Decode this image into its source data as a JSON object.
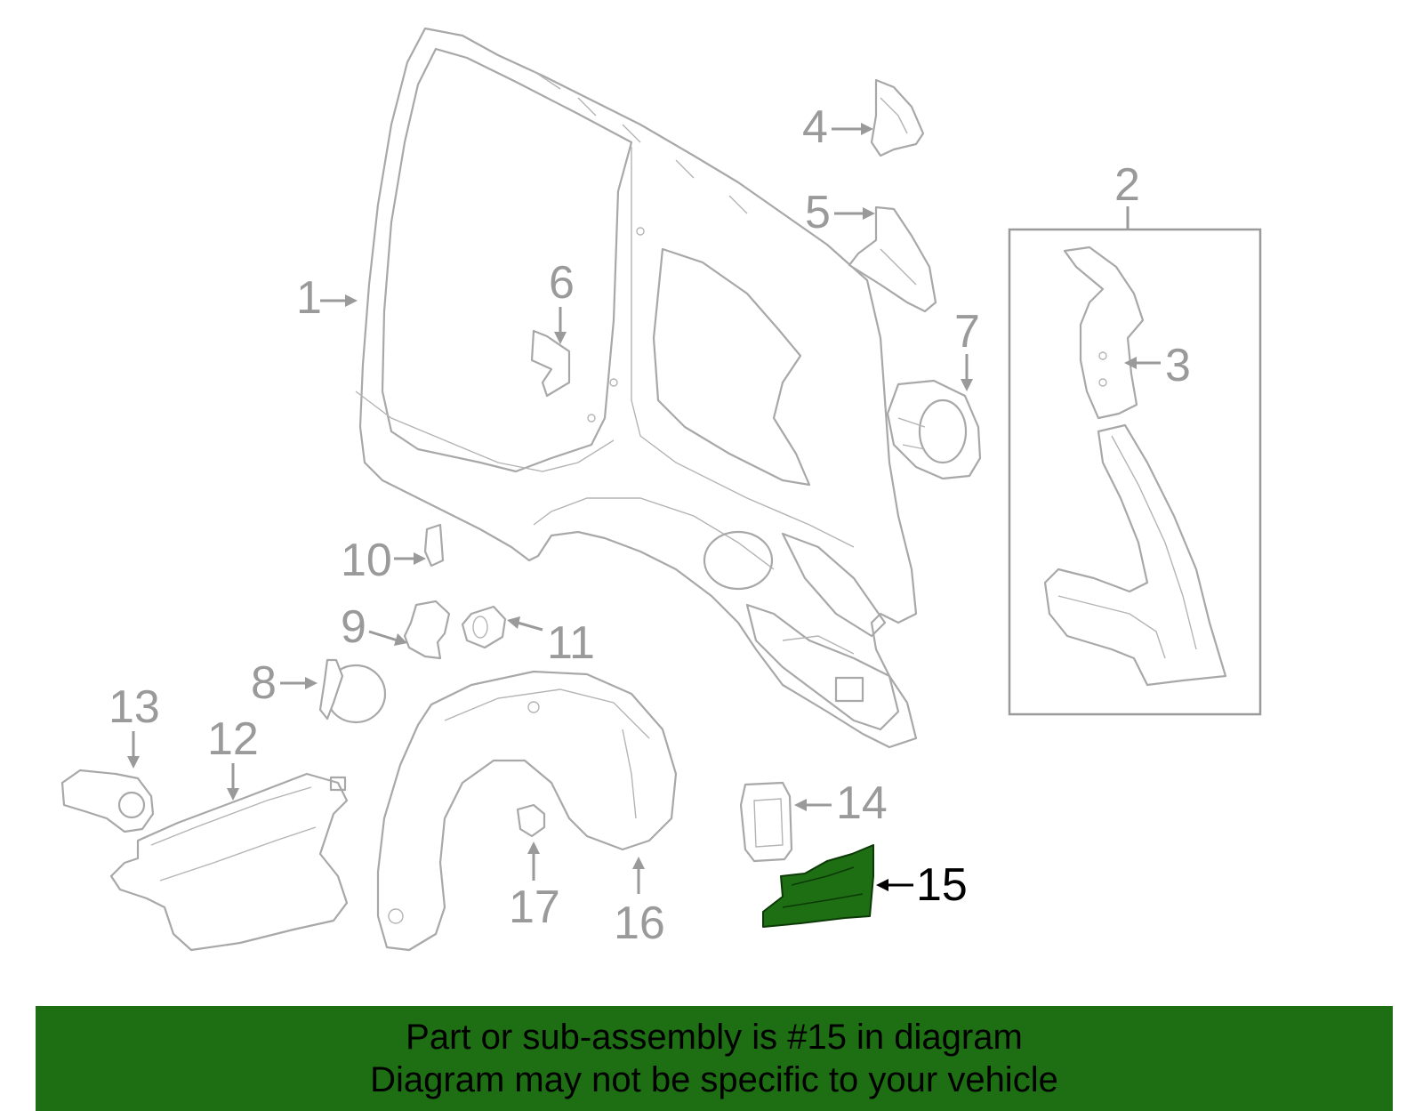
{
  "callouts": [
    {
      "id": "1",
      "label": "1"
    },
    {
      "id": "2",
      "label": "2"
    },
    {
      "id": "3",
      "label": "3"
    },
    {
      "id": "4",
      "label": "4"
    },
    {
      "id": "5",
      "label": "5"
    },
    {
      "id": "6",
      "label": "6"
    },
    {
      "id": "7",
      "label": "7"
    },
    {
      "id": "8",
      "label": "8"
    },
    {
      "id": "9",
      "label": "9"
    },
    {
      "id": "10",
      "label": "10"
    },
    {
      "id": "11",
      "label": "11"
    },
    {
      "id": "12",
      "label": "12"
    },
    {
      "id": "13",
      "label": "13"
    },
    {
      "id": "14",
      "label": "14"
    },
    {
      "id": "15",
      "label": "15"
    },
    {
      "id": "16",
      "label": "16"
    },
    {
      "id": "17",
      "label": "17"
    }
  ],
  "highlighted_part": "15",
  "colors": {
    "highlight": "#1e6e14",
    "caption_bar": "#1e6e14",
    "part_lines": "#a8a8a8",
    "label_gray": "#9a9a9a"
  },
  "caption": {
    "line1": "Part or sub-assembly is #15 in diagram",
    "line2": "Diagram may not be specific to your vehicle"
  }
}
